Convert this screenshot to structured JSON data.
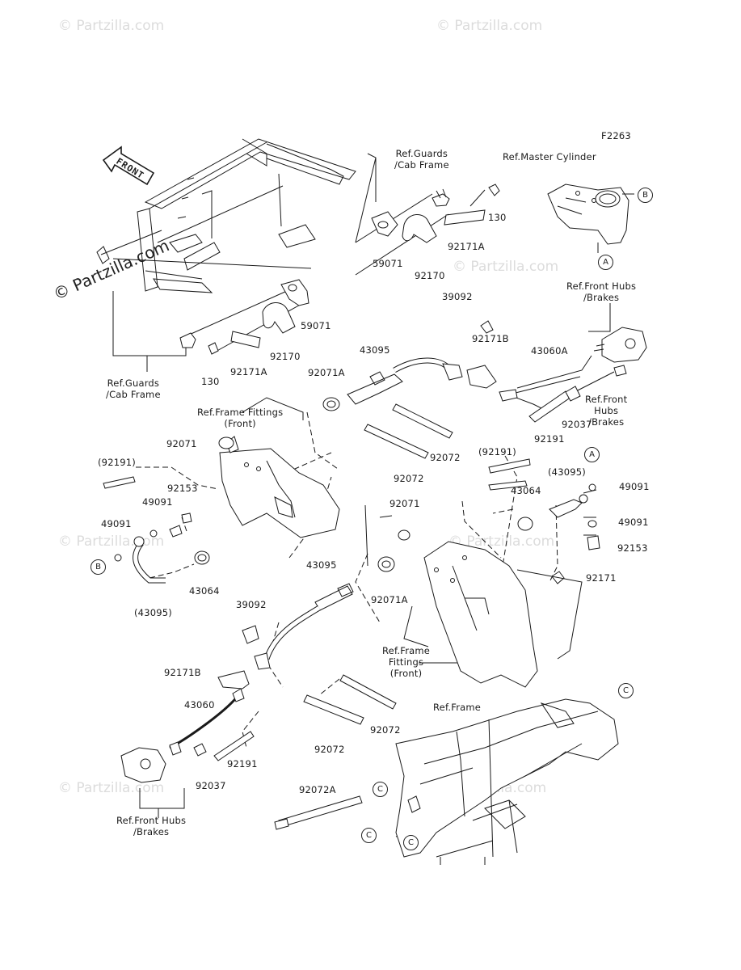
{
  "diagram_code": "F2263",
  "watermark": "© Partzilla.com",
  "front_label": "FRONT",
  "refs": {
    "guards_cab_top": "Ref.Guards\n/Cab Frame",
    "master_cylinder": "Ref.Master Cylinder",
    "front_hubs_right_top": "Ref.Front Hubs\n/Brakes",
    "front_hubs_right_mid": "Ref.Front\nHubs\n/Brakes",
    "guards_cab_left": "Ref.Guards\n/Cab Frame",
    "frame_fittings_left": "Ref.Frame Fittings\n(Front)",
    "frame_fittings_mid": "Ref.Frame\nFittings\n(Front)",
    "frame": "Ref.Frame",
    "front_hubs_bottom": "Ref.Front Hubs\n/Brakes"
  },
  "callouts": [
    "A",
    "A",
    "B",
    "B",
    "C",
    "C",
    "C",
    "C"
  ],
  "parts": [
    "130",
    "59071",
    "92170",
    "92171A",
    "130",
    "59071",
    "92170",
    "92171A",
    "39092",
    "92171B",
    "43095",
    "43060A",
    "92071A",
    "92037",
    "92191",
    "92071",
    "92072",
    "92072",
    "(92191)",
    "92153",
    "49091",
    "49091",
    "43064",
    "(43095)",
    "(92191)",
    "(43095)",
    "43064",
    "49091",
    "49091",
    "92153",
    "92171",
    "92071",
    "92071A",
    "43095",
    "39092",
    "92171B",
    "43060",
    "92191",
    "92037",
    "92072",
    "92072",
    "92072A"
  ]
}
